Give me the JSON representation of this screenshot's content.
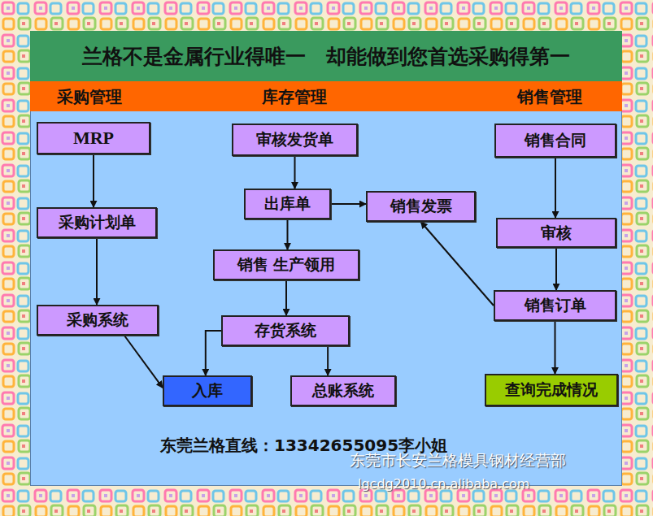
{
  "diagram": {
    "title": "兰格不是金属行业得唯一　却能做到您首选采购得第一",
    "nodes": [
      {
        "text": [
          "采购管理",
          "库存管理",
          "销售管理"
        ]
      },
      {
        "text": [
          "MRP"
        ]
      },
      {
        "text": [
          "采购计划单"
        ]
      },
      {
        "text": [
          "采购系统"
        ]
      },
      {
        "text": [
          "审核发货单"
        ]
      },
      {
        "text": [
          "出库单"
        ]
      },
      {
        "text": [
          "销售发票"
        ]
      },
      {
        "text": [
          "销售 生产领用"
        ]
      },
      {
        "text": [
          "存货系统"
        ]
      },
      {
        "text": [
          "入库"
        ]
      },
      {
        "text": [
          "总账系统"
        ]
      },
      {
        "text": [
          "销售合同"
        ]
      },
      {
        "text": [
          "审核"
        ]
      },
      {
        "text": [
          "销售订单"
        ]
      },
      {
        "text": [
          "查询完成情况"
        ]
      }
    ],
    "edges": [
      {
        "from": 1,
        "to": 2,
        "arrow": "to"
      },
      {
        "from": 2,
        "to": 3,
        "arrow": "to"
      },
      {
        "from": 3,
        "to": 9,
        "arrow": "to"
      },
      {
        "from": 4,
        "to": 5,
        "arrow": "to"
      },
      {
        "from": 5,
        "to": 6,
        "arrow": "to"
      },
      {
        "from": 5,
        "to": 7,
        "arrow": "to"
      },
      {
        "from": 7,
        "to": 8,
        "arrow": "to"
      },
      {
        "from": 8,
        "to": 9,
        "arrow": "to"
      },
      {
        "from": 8,
        "to": 10,
        "arrow": "to"
      },
      {
        "from": 11,
        "to": 12,
        "arrow": "to"
      },
      {
        "from": 12,
        "to": 13,
        "arrow": "to"
      },
      {
        "from": 13,
        "to": 6,
        "arrow": "to"
      },
      {
        "from": 13,
        "to": 14,
        "arrow": "to"
      }
    ],
    "labels": [
      "东莞兰格直线：13342655095李小姐",
      "东莞市长安兰格模具钢材经营部",
      "lgcdg2010.cn.alibaba.com"
    ]
  }
}
